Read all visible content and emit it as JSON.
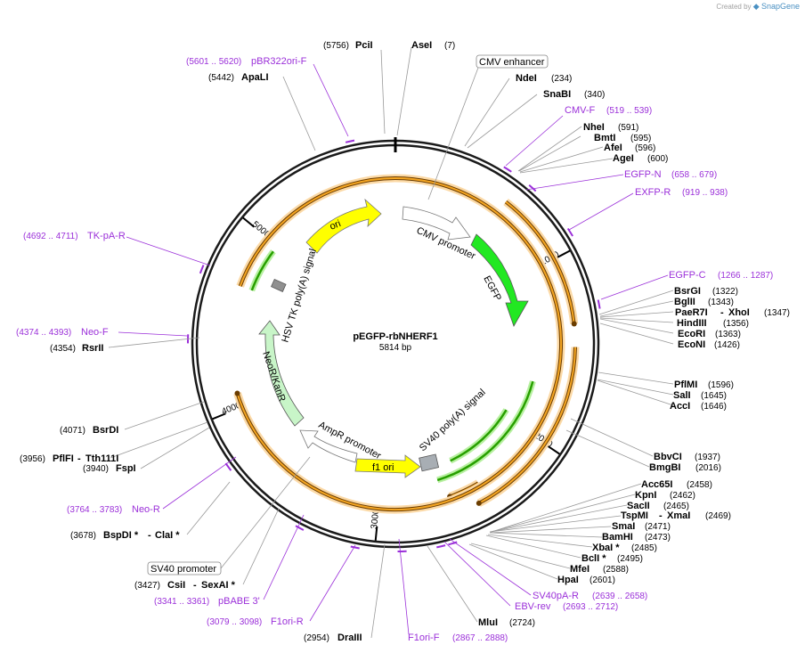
{
  "credit": {
    "prefix": "Created by",
    "brand": "SnapGene"
  },
  "plasmid": {
    "name": "pEGFP-rbNHERF1",
    "size_label": "5814 bp",
    "length": 5814
  },
  "ticks": [
    {
      "pos": 1000,
      "label": "1000"
    },
    {
      "pos": 2000,
      "label": "2000"
    },
    {
      "pos": 3000,
      "label": "3000"
    },
    {
      "pos": 4000,
      "label": "4000"
    },
    {
      "pos": 5000,
      "label": "5000"
    }
  ],
  "enzymes_left": [
    {
      "name": "PciI",
      "pos": "(5756)"
    },
    {
      "name": "ApaLI",
      "pos": "(5442)"
    },
    {
      "name": "RsrII",
      "pos": "(4354)"
    },
    {
      "name": "BsrDI",
      "pos": "(4071)"
    },
    {
      "name": "PflFI",
      "name2": "Tth111I",
      "pos": "(3956)"
    },
    {
      "name": "FspI",
      "pos": "(3940)"
    },
    {
      "name": "BspDI *",
      "name2": "ClaI *",
      "pos": "(3678)"
    },
    {
      "name": "CsiI",
      "name2": "SexAI *",
      "pos": "(3427)"
    },
    {
      "name": "DraIII",
      "pos": "(2954)"
    }
  ],
  "enzymes_right": [
    {
      "name": "AseI",
      "pos": "(7)"
    },
    {
      "name": "NdeI",
      "pos": "(234)"
    },
    {
      "name": "SnaBI",
      "pos": "(340)"
    },
    {
      "name": "NheI",
      "pos": "(591)"
    },
    {
      "name": "BmtI",
      "pos": "(595)"
    },
    {
      "name": "AfeI",
      "pos": "(596)"
    },
    {
      "name": "AgeI",
      "pos": "(600)"
    },
    {
      "name": "BsrGI",
      "pos": "(1322)"
    },
    {
      "name": "BglII",
      "pos": "(1343)"
    },
    {
      "name": "PaeR7I",
      "name2": "XhoI",
      "pos": "(1347)"
    },
    {
      "name": "HindIII",
      "pos": "(1356)"
    },
    {
      "name": "EcoRI",
      "pos": "(1363)"
    },
    {
      "name": "EcoNI",
      "pos": "(1426)"
    },
    {
      "name": "PflMI",
      "pos": "(1596)"
    },
    {
      "name": "SalI",
      "pos": "(1645)"
    },
    {
      "name": "AccI",
      "pos": "(1646)"
    },
    {
      "name": "BbvCI",
      "pos": "(1937)"
    },
    {
      "name": "BmgBI",
      "pos": "(2016)"
    },
    {
      "name": "Acc65I",
      "pos": "(2458)"
    },
    {
      "name": "KpnI",
      "pos": "(2462)"
    },
    {
      "name": "SacII",
      "pos": "(2465)"
    },
    {
      "name": "TspMI",
      "name2": "XmaI",
      "pos": "(2469)"
    },
    {
      "name": "SmaI",
      "pos": "(2471)"
    },
    {
      "name": "BamHI",
      "pos": "(2473)"
    },
    {
      "name": "XbaI *",
      "pos": "(2485)"
    },
    {
      "name": "BclI *",
      "pos": "(2495)"
    },
    {
      "name": "MfeI",
      "pos": "(2588)"
    },
    {
      "name": "HpaI",
      "pos": "(2601)"
    },
    {
      "name": "MluI",
      "pos": "(2724)"
    }
  ],
  "primers": [
    {
      "name": "pBR322ori-F",
      "range": "(5601 .. 5620)"
    },
    {
      "name": "CMV-F",
      "range": "(519 .. 539)"
    },
    {
      "name": "EGFP-N",
      "range": "(658 .. 679)"
    },
    {
      "name": "EXFP-R",
      "range": "(919 .. 938)"
    },
    {
      "name": "TK-pA-R",
      "range": "(4692 .. 4711)"
    },
    {
      "name": "EGFP-C",
      "range": "(1266 .. 1287)"
    },
    {
      "name": "Neo-F",
      "range": "(4374 .. 4393)"
    },
    {
      "name": "Neo-R",
      "range": "(3764 .. 3783)"
    },
    {
      "name": "pBABE 3'",
      "range": "(3341 .. 3361)"
    },
    {
      "name": "F1ori-R",
      "range": "(3079 .. 3098)"
    },
    {
      "name": "F1ori-F",
      "range": "(2867 .. 2888)"
    },
    {
      "name": "SV40pA-R",
      "range": "(2639 .. 2658)"
    },
    {
      "name": "EBV-rev",
      "range": "(2693 .. 2712)"
    }
  ],
  "boxed_features": [
    {
      "name": "CMV enhancer"
    },
    {
      "name": "SV40 promoter"
    }
  ],
  "features": [
    {
      "name": "ori",
      "color": "#ffff00"
    },
    {
      "name": "CMV promoter",
      "color": "#ffffff"
    },
    {
      "name": "EGFP",
      "color": "#22e822"
    },
    {
      "name": "HSV TK poly(A) signal",
      "color": "#909090"
    },
    {
      "name": "NeoR/KanR",
      "color": "#c8f5c8"
    },
    {
      "name": "AmpR promoter",
      "color": "#ffffff"
    },
    {
      "name": "f1 ori",
      "color": "#ffff00"
    },
    {
      "name": "SV40 poly(A) signal",
      "color": "#a8aeb4"
    }
  ],
  "colors": {
    "primer": "#9b30d9",
    "orf_fill": "#f5a623",
    "orf_glow": "#fbd9a6",
    "orf_green": "#28a000",
    "leader": "#999999"
  }
}
